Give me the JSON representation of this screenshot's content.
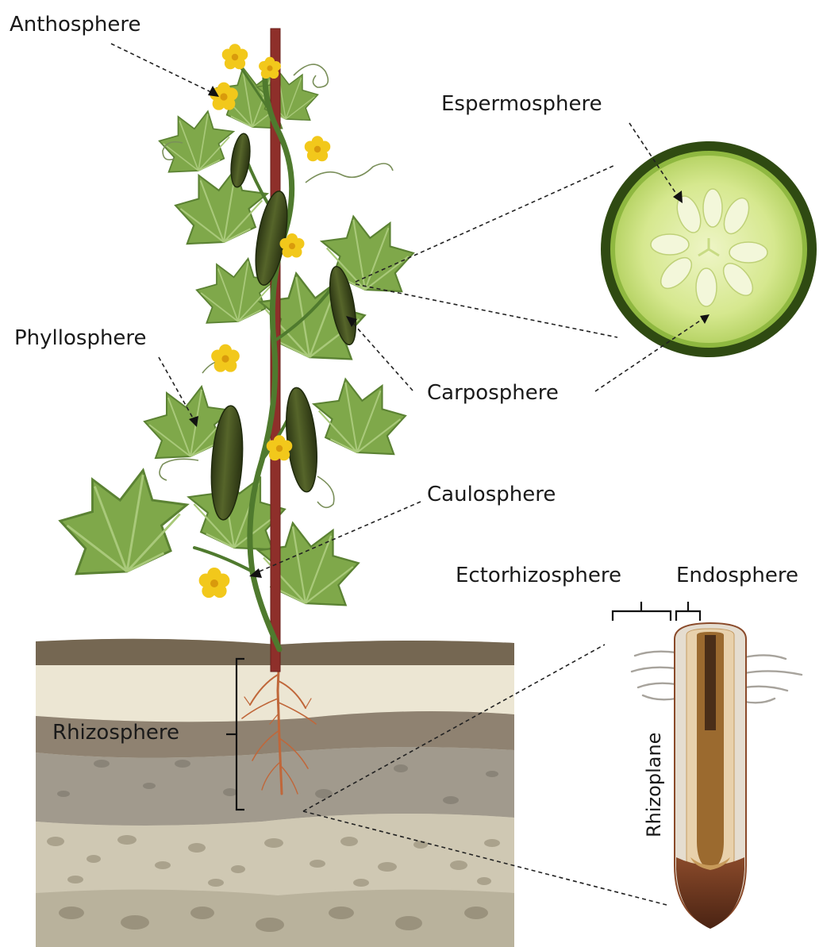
{
  "labels": {
    "anthosphere": "Anthosphere",
    "espermosphere": "Espermosphere",
    "phyllosphere": "Phyllosphere",
    "carposphere": "Carposphere",
    "caulosphere": "Caulosphere",
    "ectorhizosphere": "Ectorhizosphere",
    "endosphere": "Endosphere",
    "rhizosphere": "Rhizosphere",
    "rhizoplane": "Rhizoplane"
  },
  "colors": {
    "leaf": "#7fa84a",
    "leaf_dark": "#5b8233",
    "stem": "#4f7a2e",
    "stake": "#8e2f2a",
    "flower": "#f2c81b",
    "cucumber": "#3d4a1e",
    "fruit_rind": "#2f4a12",
    "fruit_flesh": "#d6e88f",
    "soil_top": "#756752",
    "soil_light": "#ece6d3",
    "soil_mid": "#8f8271",
    "soil_gray": "#a19a8d",
    "soil_bottom": "#cfc8b3",
    "root": "#c0673a",
    "root_tip": "#5a2e1c"
  }
}
